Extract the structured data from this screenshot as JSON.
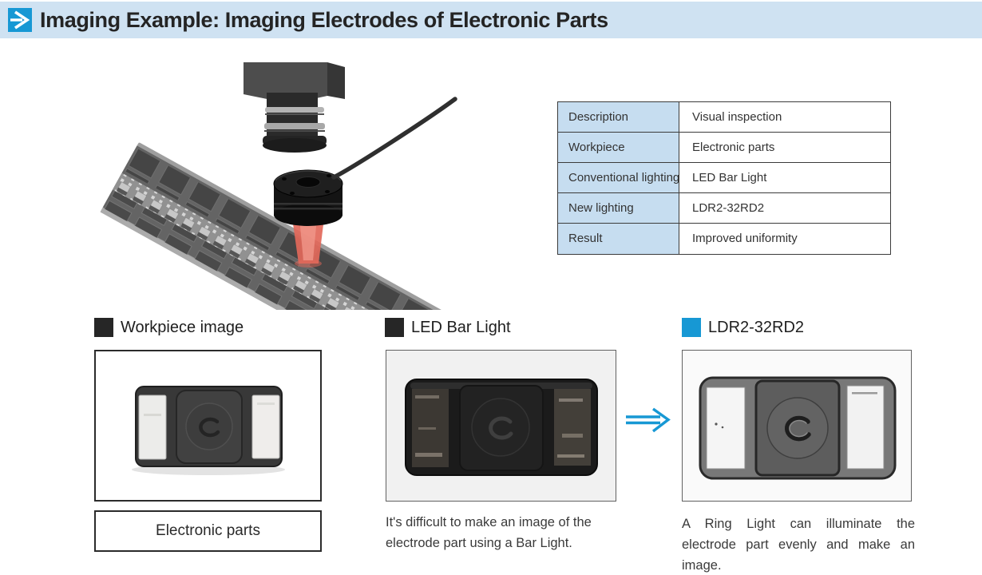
{
  "header": {
    "title": "Imaging Example: Imaging Electrodes of Electronic Parts",
    "icon": "blue-double-chevron-arrow-icon"
  },
  "colors": {
    "header_bg": "#cfe2f2",
    "accent_blue": "#1798d4",
    "table_label_bg": "#c6ddf0",
    "marker_dark": "#262626",
    "beam_red": "#e2685a",
    "text_dark": "#333333"
  },
  "illustration": {
    "elements": [
      "camera",
      "lens-barrel",
      "ring-light",
      "red-light-beam",
      "power-cable",
      "component-carrier-tape"
    ]
  },
  "spec_table": {
    "rows": [
      {
        "label": "Description",
        "value": "Visual inspection"
      },
      {
        "label": "Workpiece",
        "value": "Electronic parts"
      },
      {
        "label": "Conventional lighting",
        "value": "LED Bar Light"
      },
      {
        "label": "New lighting",
        "value": "LDR2-32RD2"
      },
      {
        "label": "Result",
        "value": "Improved uniformity"
      }
    ]
  },
  "sections": {
    "workpiece": {
      "heading": "Workpiece image",
      "label_box": "Electronic parts",
      "photo": "electronic-part-color-photo"
    },
    "conventional": {
      "heading": "LED Bar Light",
      "caption": "It's difficult to make an image of the electrode part using a Bar Light.",
      "photo": "electronic-part-dark-photo"
    },
    "new_lighting": {
      "heading": "LDR2-32RD2",
      "caption": "A Ring Light can illuminate the electrode part evenly and make an image.",
      "photo": "electronic-part-even-photo"
    },
    "transition_icon": "double-line-right-arrow-icon"
  }
}
